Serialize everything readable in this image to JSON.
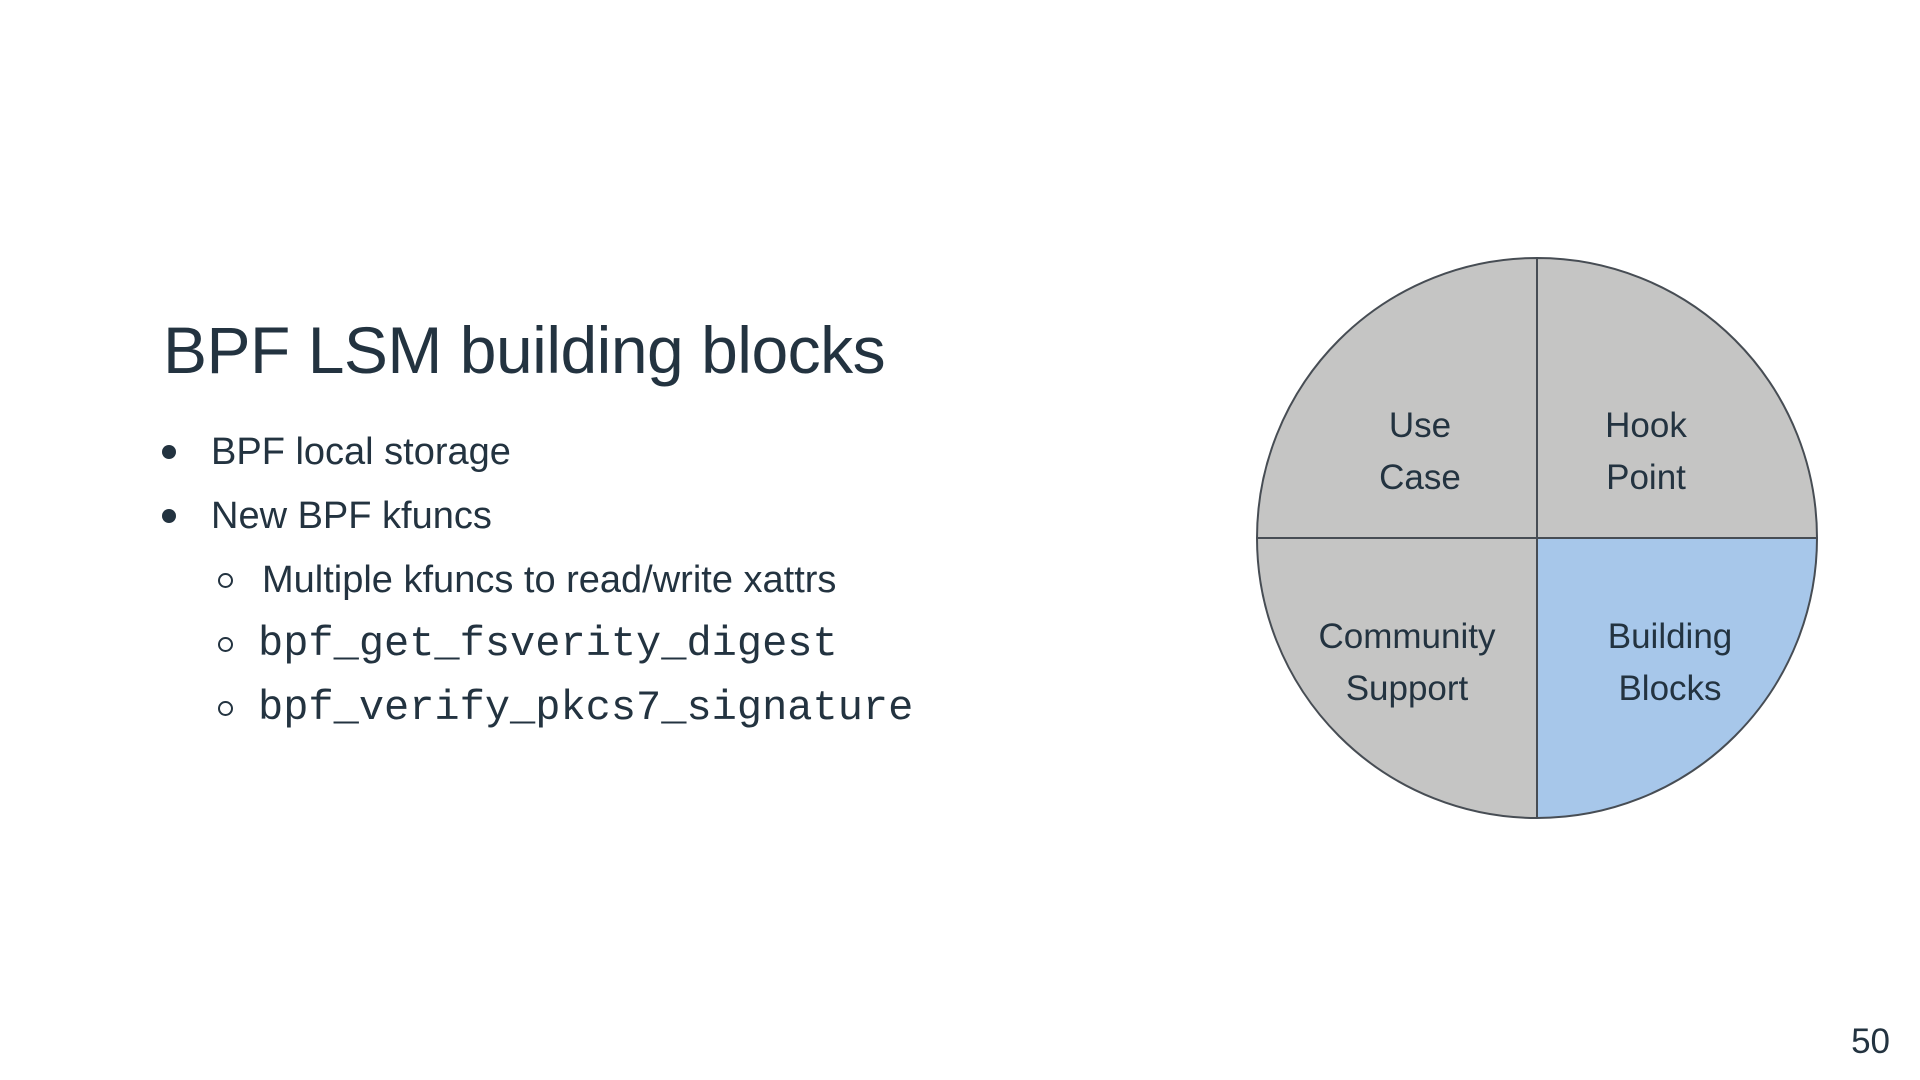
{
  "slide": {
    "title": "BPF LSM building blocks",
    "page_number": "50"
  },
  "bullets": {
    "items": [
      {
        "level": 1,
        "style": "sans",
        "text": "BPF local storage"
      },
      {
        "level": 1,
        "style": "sans",
        "text": "New BPF kfuncs"
      },
      {
        "level": 2,
        "style": "sans",
        "text": "Multiple kfuncs to read/write xattrs"
      },
      {
        "level": 2,
        "style": "mono",
        "text": "bpf_get_fsverity_digest"
      },
      {
        "level": 2,
        "style": "mono",
        "text": "bpf_verify_pkcs7_signature"
      }
    ]
  },
  "diagram": {
    "type": "quadrant-circle",
    "quadrants": [
      {
        "position": "top-left",
        "label": "Use\nCase",
        "color": "#c5c5c4",
        "highlighted": false
      },
      {
        "position": "top-right",
        "label": "Hook\nPoint",
        "color": "#c5c5c4",
        "highlighted": false
      },
      {
        "position": "bottom-left",
        "label": "Community\nSupport",
        "color": "#c5c5c4",
        "highlighted": false
      },
      {
        "position": "bottom-right",
        "label": "Building\nBlocks",
        "color": "#a7c7ea",
        "highlighted": true
      }
    ],
    "stroke_color": "#474d54"
  },
  "colors": {
    "background": "#ffffff",
    "text": "#233340",
    "quadrant_gray": "#c5c5c4",
    "quadrant_highlight_blue": "#a7c7ea"
  }
}
